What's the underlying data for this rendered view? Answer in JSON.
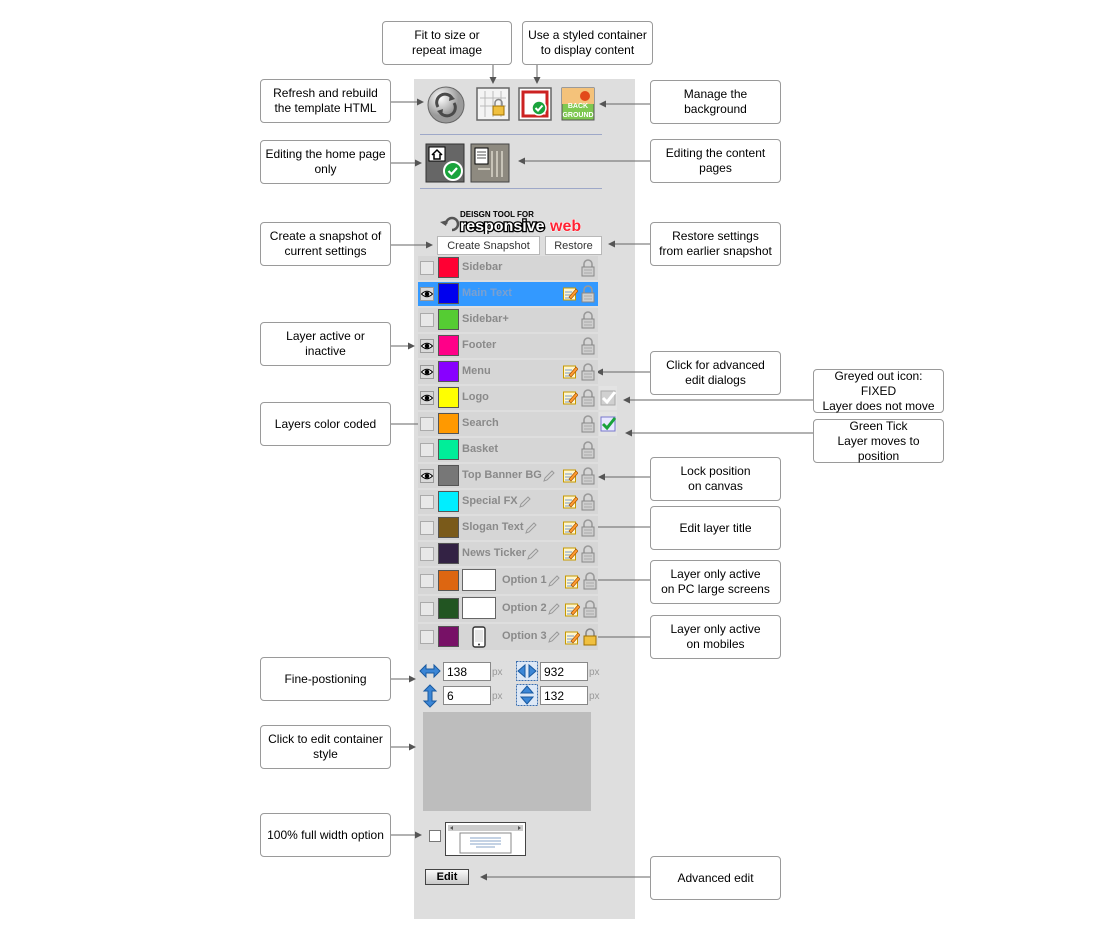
{
  "callouts": {
    "fit": "Fit to size or\nrepeat image",
    "styled": "Use a styled container\nto display content",
    "refresh": "Refresh and rebuild\nthe template HTML",
    "bg": "Manage the\nbackground",
    "home": "Editing the home page\nonly",
    "content": "Editing the content\npages",
    "snapshot": "Create a snapshot of\ncurrent settings",
    "restore": "Restore settings\nfrom earlier snapshot",
    "active": "Layer active or\ninactive",
    "advanced": "Click for advanced\nedit dialogs",
    "greyed": "Greyed out icon: FIXED\nLayer does not move",
    "colors": "Layers color coded",
    "tick": "Green Tick\nLayer moves to position",
    "lock": "Lock position\non canvas",
    "title": "Edit layer title",
    "pc": "Layer only active\non PC large screens",
    "mobile": "Layer only active\non mobiles",
    "fine": "Fine-postioning",
    "container": "Click to edit container\nstyle",
    "fullwidth": "100% full width option",
    "advedit": "Advanced edit"
  },
  "logo": {
    "small": "DEISGN TOOL FOR",
    "word1": "responsive",
    "word2": "web"
  },
  "snapshot_button": "Create Snapshot",
  "restore_button": "Restore",
  "background_icon_label": {
    "line1": "BACK",
    "line2": "GROUND"
  },
  "layers": [
    {
      "name": "Sidebar",
      "color": "#ff0033"
    },
    {
      "name": "Main Text",
      "color": "#0000ee"
    },
    {
      "name": "Sidebar+",
      "color": "#55cc33"
    },
    {
      "name": "Footer",
      "color": "#ff0088"
    },
    {
      "name": "Menu",
      "color": "#8800ff"
    },
    {
      "name": "Logo",
      "color": "#ffff00"
    },
    {
      "name": "Search",
      "color": "#ff9900"
    },
    {
      "name": "Basket",
      "color": "#00ee99"
    },
    {
      "name": "Top Banner BG",
      "color": "#777777"
    },
    {
      "name": "Special FX",
      "color": "#00eeff"
    },
    {
      "name": "Slogan Text",
      "color": "#7a5a1a"
    },
    {
      "name": "News Ticker",
      "color": "#332244"
    },
    {
      "name": "Option 1",
      "color": "#dd6611"
    },
    {
      "name": "Option 2",
      "color": "#225522"
    },
    {
      "name": "Option 3",
      "color": "#771166"
    }
  ],
  "position": {
    "x": "138",
    "width": "932",
    "y": "6",
    "height": "132",
    "unit": "px"
  },
  "edit_button": "Edit"
}
